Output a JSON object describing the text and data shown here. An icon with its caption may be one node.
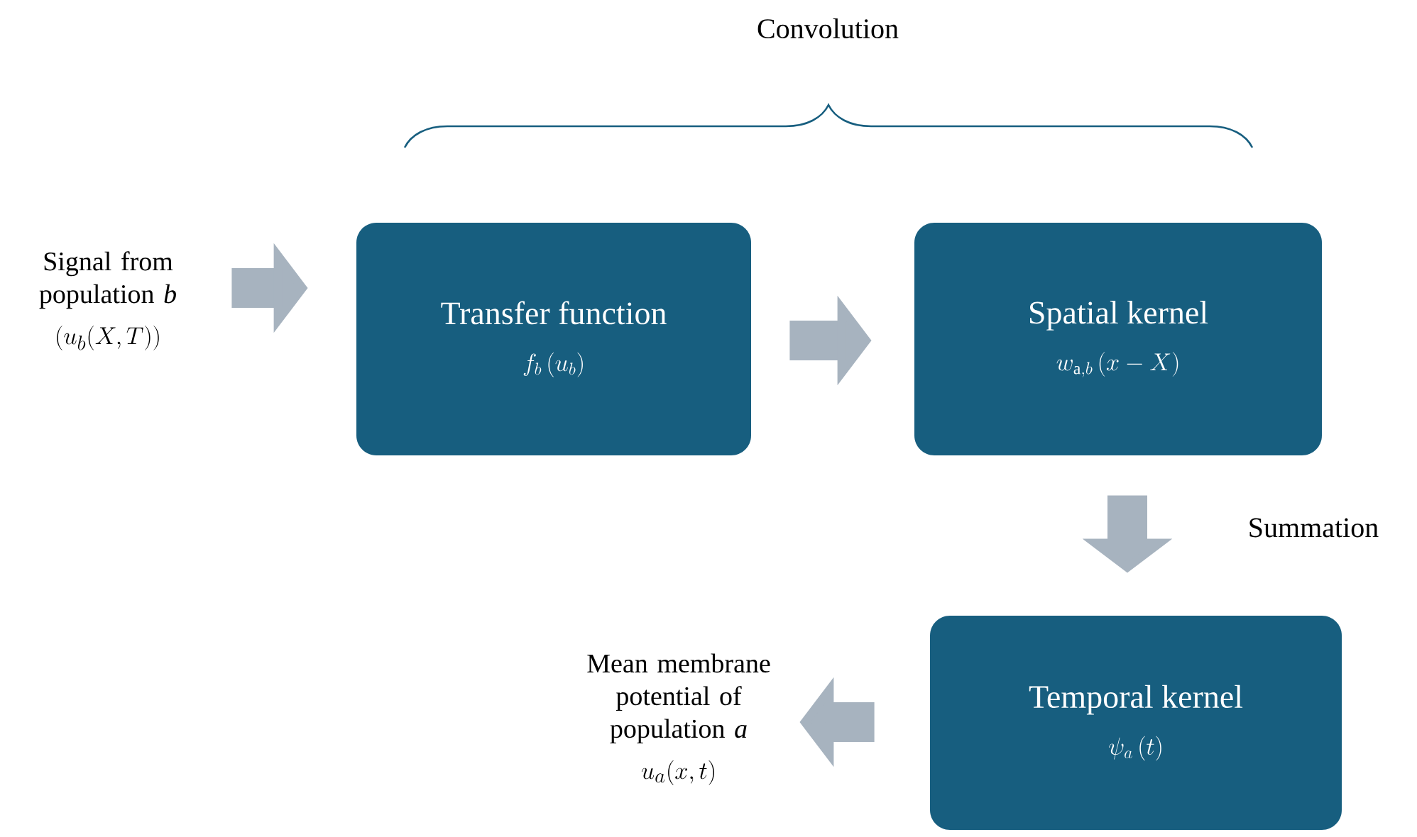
{
  "diagram": {
    "nodes": [
      {
        "text": [
          "Signal from population *b*",
          "(u_b(X,T))"
        ]
      },
      {
        "text": [
          "Transfer function",
          "f_b\\,(u_b)"
        ]
      },
      {
        "text": [
          "Spatial kernel",
          "w_{\\mathrm{a},b}\\,(x - X)"
        ]
      },
      {
        "text": [
          "Temporal kernel",
          "\\psi_a\\,(t)"
        ]
      },
      {
        "text": [
          "Mean membrane potential of population *a*",
          "u_a(x,t)"
        ]
      }
    ],
    "edges": [
      {
        "from": 0,
        "to": 1,
        "arrow": "to"
      },
      {
        "from": 1,
        "to": 2,
        "arrow": "to"
      },
      {
        "from": 2,
        "to": 3,
        "arrow": "to",
        "label": "Summation"
      },
      {
        "from": 3,
        "to": 4,
        "arrow": "to"
      }
    ],
    "labels": [
      "Convolution"
    ]
  }
}
